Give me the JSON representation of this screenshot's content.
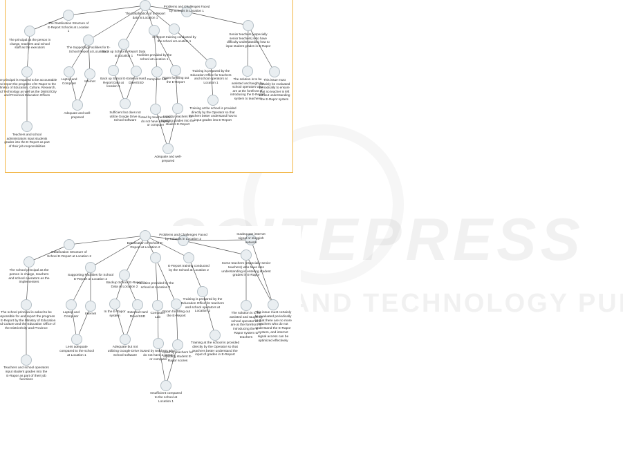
{
  "watermark": {
    "main": "SCITEPRESS",
    "sub": "SCIENCE AND TECHNOLOGY PUBLICATIONS"
  },
  "colors": {
    "frame": "#f2b441",
    "node_fill": "#e9eef1",
    "node_border": "#b3bec5",
    "edge": "#555555"
  },
  "diagram1": {
    "root": "The Datafication of E-Report data at Location 1",
    "structure": "The Datafication Structure of E-Report Schools at Location 1",
    "principal_exec": "The principal as the person in charge, teachers and school staff as the executors",
    "principal_resp": "The principal is required to be accountable and report the progress of E-Rapor to the Ministry of Education, Culture, Research, and Technology as well as the District/City and Provincial Education Offices",
    "teachers_input": "Teachers and school administrators input students grades into the E-Report as part of their job responsibilities",
    "facilities": "The Supporting Facilities for E-School Report at Location 1",
    "laptop": "Laptop and Computer",
    "internet": "Internet",
    "adequate_well": "Adequate and well-prepared",
    "backup": "Back up School E-Report Data at Location 1",
    "backup_in": "Back up School E-Report Data at location 1",
    "ext_drive": "External Hard Drive/SSD",
    "sufficient": "Sufficient but does not utilize Google Drive in School software",
    "facilities_by": "Facilities provided by the school at Location 1",
    "comp_lab": "Computer Lab",
    "room_filling": "Room for filling out the E-Report",
    "used_laptop": "Used by teachers who do not have a laptop or computer",
    "used_input": "Used by teachers for inputting grades into the student E-Report",
    "adequate_final": "Adequate and well-prepared",
    "training": "E-Report training conducted by the school at Location 1",
    "training_prepared": "Training is prepared by the Education Office for teachers and school operators at Location 1",
    "training_at": "Training at the school is provided directly by the Operator so that teachers better understand how to input grades into E-Report",
    "problems": "Problems and Challenges Faced by Schools in Location 1",
    "senior": "Senior teachers (especially senior teachers) who have difficulty understanding how to input student grades in E-Rapor",
    "solution": "The solution is to be assisted and taught by school operators who are at the forefront of introducing the E-Report system to teachers",
    "evaluated": "This issue must certainly be evaluated periodically to ensure that no teacher is left without understanding the E-Rapor system"
  },
  "diagram2": {
    "root": "Datafication of School E-Report at Location 2",
    "structure": "Datafication Structure of School E-Report at Location 2",
    "principal_exec": "The school principal as the person in charge, teachers and school operators as the implementers",
    "principal_resp": "The school principal is asked to be responsible for and report the progress of E-Report by the Ministry of Education and Culture and the Education Office of the District/City and Province",
    "teachers_input": "Teachers and school operators input student grades into the E-Rapor as part of their job functions",
    "facilities": "Supporting Facilities for School E-Report at Location 2",
    "laptop": "Laptop and Computer",
    "internet": "Internet",
    "less_adequate": "Less adequate compared to the school at Location 1",
    "backup": "Backup School E-Report Data at Location 2",
    "in_erapor": "In the E-Rapor system",
    "ext_drive": "External Hard Drive/SSD",
    "adequate_not": "Adequate but not utilizing Google Drive in School software",
    "facilities_by": "Facilities provided by the school at Location 2",
    "comp_lab": "Computer Lab",
    "room_filling": "Room for filling out the E-Report",
    "used_laptop": "Used by teachers who do not have a laptop or computer",
    "used_input": "Used by teachers for inputting student E-Rapor scores",
    "insufficient": "Insufficient compared to the school at Location 1",
    "training": "E-Report training conducted by the School at Location 2",
    "training_prepared": "Training is prepared by the Education Office for teachers and school operators at Location 2",
    "training_at": "Training at the school is provided directly by the Operator so that teachers better understand the input of grades in E-Report",
    "problems": "Problems and Challenges Faced by Schools in Location 2",
    "inadequate_net": "Inadequate internet signal or sluggish network",
    "senior": "Some teachers (especially senior teachers) who have less understanding in entering student grades in E-Rapor",
    "solution": "The solution is to be assisted and taught by school operator who are at the forefront of introducing the E-Rapor system to teachers",
    "evaluated": "This issue must certainly be evaluated periodically so that there are no more teachers who do not understand the E-Rapor system, and internet signal access can be optimized effectively"
  }
}
